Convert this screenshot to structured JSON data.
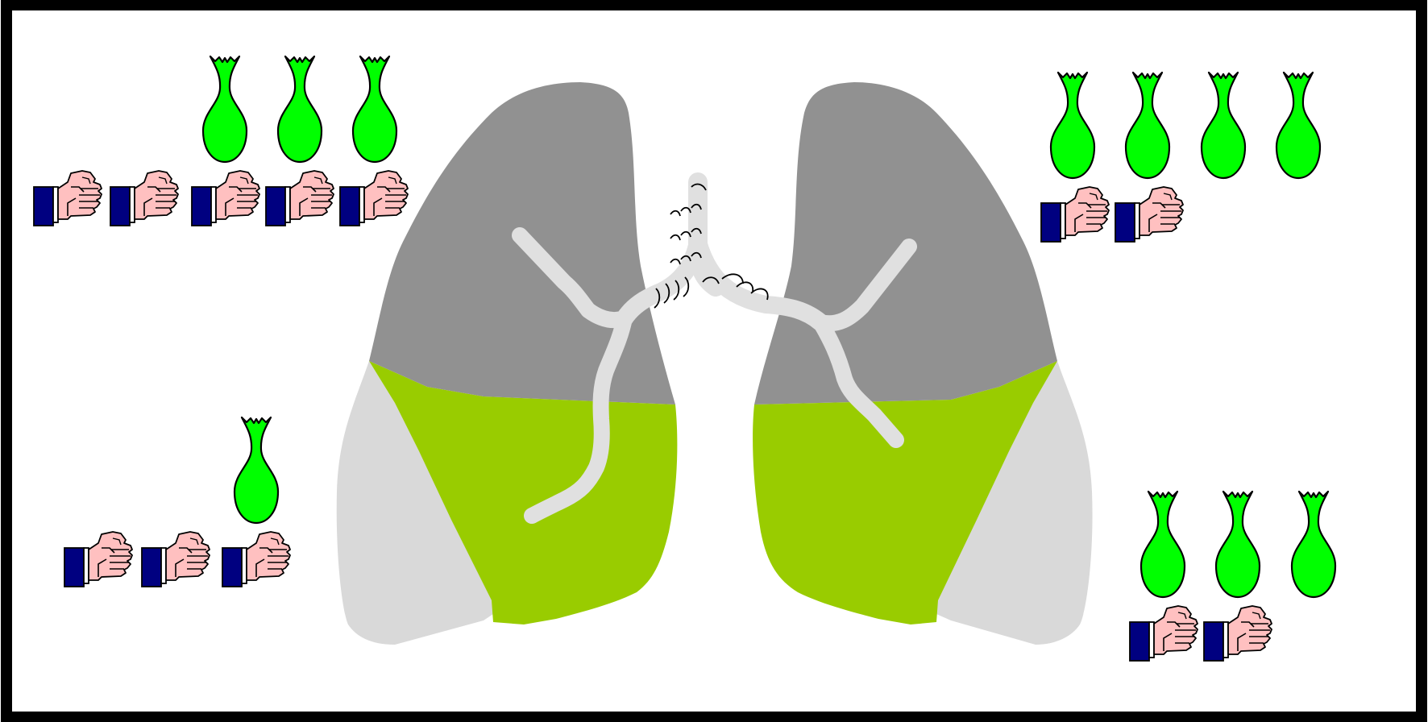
{
  "colors": {
    "frame": "#000000",
    "background": "#ffffff",
    "upper_lobe": "#919191",
    "lower_lobe": "#99cc00",
    "pleural_edge": "#d9d9d9",
    "airway": "#e0e0e0",
    "balloon": "#00ff00",
    "hand_skin": "#ffc0c0",
    "cuff": "#000080"
  },
  "icons": {
    "balloon": "balloon-icon",
    "hand": "hand-holding-icon",
    "lungs": "lungs-illustration"
  },
  "groups": [
    {
      "id": "top-left",
      "balloons": 3,
      "hands": 5
    },
    {
      "id": "bottom-left",
      "balloons": 1,
      "hands": 3
    },
    {
      "id": "top-right",
      "balloons": 4,
      "hands": 2
    },
    {
      "id": "bottom-right",
      "balloons": 3,
      "hands": 2
    }
  ]
}
